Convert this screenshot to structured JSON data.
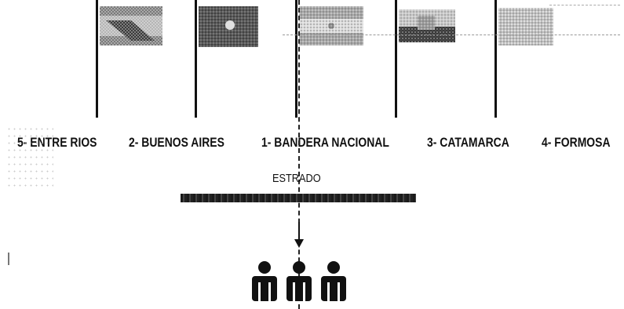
{
  "flags": [
    {
      "name": "Entre Rios"
    },
    {
      "name": "Buenos Aires"
    },
    {
      "name": "Bandera Nacional"
    },
    {
      "name": "Catamarca"
    },
    {
      "name": "Formosa"
    }
  ],
  "labels": [
    "5- ENTRE RIOS",
    "2- BUENOS AIRES",
    "1- BANDERA NACIONAL",
    "3- CATAMARCA",
    "4- FORMOSA"
  ],
  "estrado_label": "ESTRADO",
  "icons": {
    "arrow": "arrow-down-icon",
    "people": "audience-icon"
  },
  "colors": {
    "ink": "#111111",
    "flag_gray": "#8a8a8a",
    "flag_dark": "#2a2a2a"
  }
}
